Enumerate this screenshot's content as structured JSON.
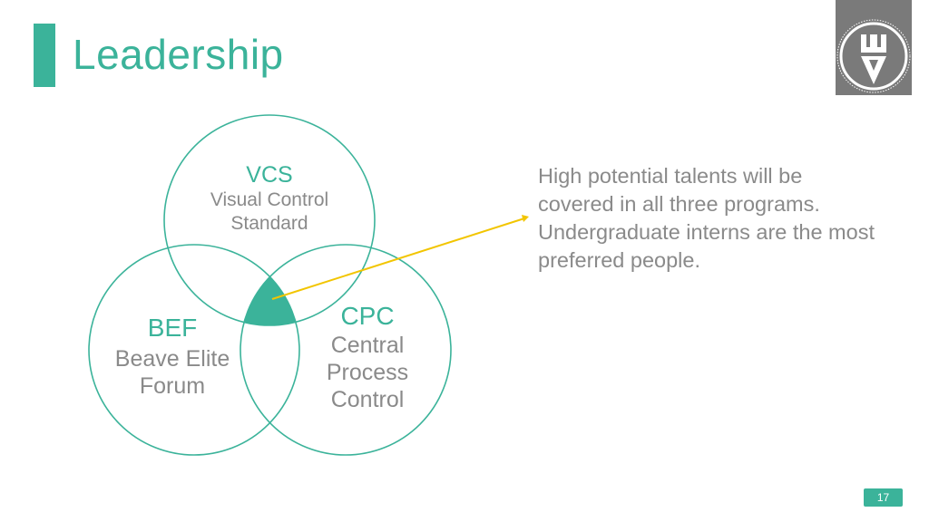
{
  "slide": {
    "title": "Leadership",
    "page_number": "17"
  },
  "venn": {
    "circles": [
      {
        "abbr": "VCS",
        "name_lines": [
          "Visual Control",
          "Standard"
        ]
      },
      {
        "abbr": "BEF",
        "name_lines": [
          "Beave Elite",
          "Forum"
        ]
      },
      {
        "abbr": "CPC",
        "name_lines": [
          "Central",
          "Process",
          "Control"
        ]
      }
    ]
  },
  "description": "High potential talents will be covered in all three programs. Undergraduate interns are the most preferred people.",
  "colors": {
    "accent": "#3bb39a",
    "arrow": "#f2c500",
    "body_text": "#8a8a8a",
    "logo_bg": "#7a7a7a"
  },
  "icons": {
    "logo": "pencil-crown-logo-icon"
  }
}
